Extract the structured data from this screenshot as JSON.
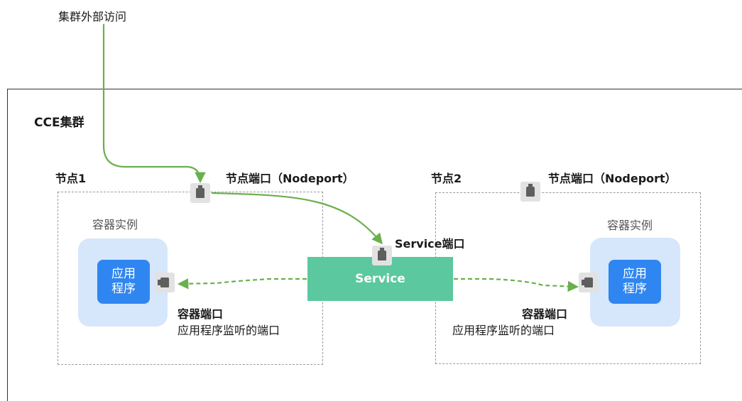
{
  "labels": {
    "external_access": "集群外部访问",
    "cluster": "CCE集群",
    "node1": "节点1",
    "node2": "节点2",
    "nodeport_1": "节点端口（Nodeport）",
    "nodeport_2": "节点端口（Nodeport）",
    "container_instance_1": "容器实例",
    "container_instance_2": "容器实例",
    "app_line1": "应用",
    "app_line2": "程序",
    "service": "Service",
    "service_port": "Service端口",
    "container_port_title_1": "容器端口",
    "container_port_desc_1": "应用程序监听的端口",
    "container_port_title_2": "容器端口",
    "container_port_desc_2": "应用程序监听的端口"
  },
  "colors": {
    "arrow_green": "#6ab04c",
    "service_fill": "#5bc8a0",
    "app_blue": "#2f86f0",
    "instance_bg": "#d6e6fb",
    "port_gray": "#e2e2e2"
  }
}
